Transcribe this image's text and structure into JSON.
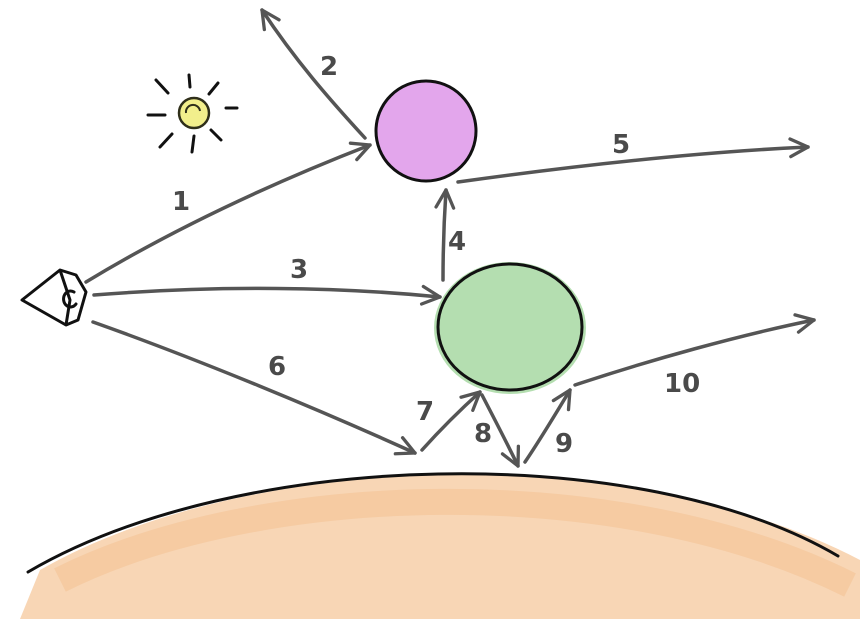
{
  "colors": {
    "stroke": "#3c3c3c",
    "arrow": "#555555",
    "sun_fill": "#f2ef8c",
    "sun_stroke": "#2f2f1a",
    "sphere_pink": "#e3a6ec",
    "sphere_green": "#b4deb0",
    "ground": "#f7cfa8"
  },
  "icons": {
    "sun": "sun-icon",
    "camera": "eye-icon"
  },
  "rays": [
    {
      "id": "ray-1",
      "label": "1"
    },
    {
      "id": "ray-2",
      "label": "2"
    },
    {
      "id": "ray-3",
      "label": "3"
    },
    {
      "id": "ray-4",
      "label": "4"
    },
    {
      "id": "ray-5",
      "label": "5"
    },
    {
      "id": "ray-6",
      "label": "6"
    },
    {
      "id": "ray-7",
      "label": "7"
    },
    {
      "id": "ray-8",
      "label": "8"
    },
    {
      "id": "ray-9",
      "label": "9"
    },
    {
      "id": "ray-10",
      "label": "10"
    }
  ]
}
